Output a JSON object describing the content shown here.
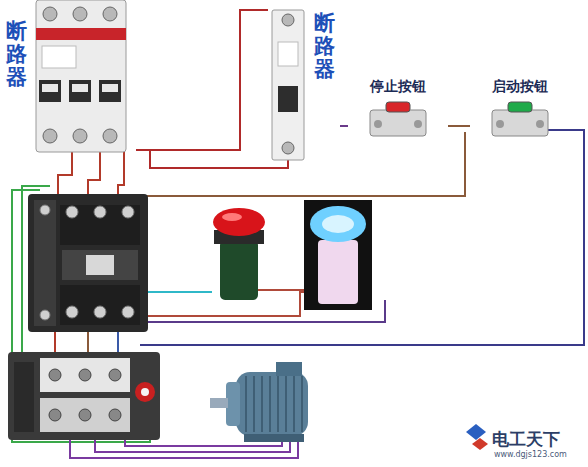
{
  "diagram": {
    "nodes": [
      {
        "text": [
          "断路器"
        ]
      },
      {
        "text": [
          "断路器"
        ]
      },
      {
        "text": [
          "停止按钮"
        ]
      },
      {
        "text": [
          "启动按钮"
        ]
      }
    ],
    "edges": [
      {
        "from": 0,
        "to": 1,
        "arrow": "none"
      },
      {
        "from": 1,
        "to": 2,
        "arrow": "none"
      },
      {
        "from": 2,
        "to": 3,
        "arrow": "none"
      }
    ],
    "labels": [
      "电工天下",
      "www.dgjs123.com"
    ]
  }
}
